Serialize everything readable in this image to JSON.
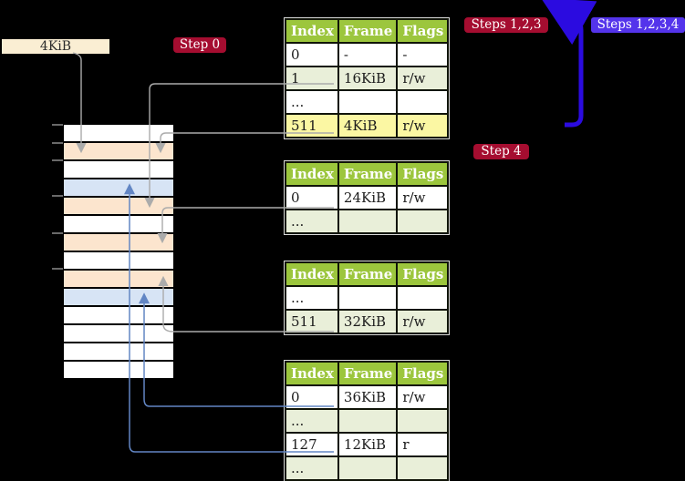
{
  "page_box": {
    "label": "4KiB"
  },
  "step_labels": {
    "step0": "Step 0",
    "steps123": "Steps 1,2,3",
    "steps1234": "Steps 1,2,3,4",
    "step4": "Step 4"
  },
  "tables": [
    {
      "name": "page-table-top",
      "headers": [
        "Index",
        "Frame",
        "Flags"
      ],
      "rows": [
        {
          "cells": [
            "0",
            "-",
            "-"
          ],
          "shade": "white",
          "highlight": false
        },
        {
          "cells": [
            "1",
            "16KiB",
            "r/w"
          ],
          "shade": "green",
          "highlight": false
        },
        {
          "cells": [
            "...",
            "",
            ""
          ],
          "shade": "white",
          "highlight": false
        },
        {
          "cells": [
            "511",
            "4KiB",
            "r/w"
          ],
          "shade": "green",
          "highlight": true
        }
      ]
    },
    {
      "name": "page-table-second",
      "headers": [
        "Index",
        "Frame",
        "Flags"
      ],
      "rows": [
        {
          "cells": [
            "0",
            "24KiB",
            "r/w"
          ],
          "shade": "white",
          "highlight": false
        },
        {
          "cells": [
            "...",
            "",
            ""
          ],
          "shade": "green",
          "highlight": false
        }
      ]
    },
    {
      "name": "page-table-third",
      "headers": [
        "Index",
        "Frame",
        "Flags"
      ],
      "rows": [
        {
          "cells": [
            "...",
            "",
            ""
          ],
          "shade": "white",
          "highlight": false
        },
        {
          "cells": [
            "511",
            "32KiB",
            "r/w"
          ],
          "shade": "green",
          "highlight": false
        }
      ]
    },
    {
      "name": "page-table-bottom",
      "headers": [
        "Index",
        "Frame",
        "Flags"
      ],
      "rows": [
        {
          "cells": [
            "0",
            "36KiB",
            "r/w"
          ],
          "shade": "white",
          "highlight": false
        },
        {
          "cells": [
            "...",
            "",
            ""
          ],
          "shade": "green",
          "highlight": false
        },
        {
          "cells": [
            "127",
            "12KiB",
            "r"
          ],
          "shade": "white",
          "highlight": false
        },
        {
          "cells": [
            "...",
            "",
            ""
          ],
          "shade": "green",
          "highlight": false
        }
      ]
    }
  ],
  "memory_stack": {
    "rows": [
      "white",
      "peach",
      "white",
      "blue",
      "peach",
      "white",
      "peach",
      "white",
      "peach",
      "blue",
      "white",
      "white",
      "white",
      "white"
    ],
    "ticks_y": [
      137,
      157,
      176,
      215,
      256,
      295
    ]
  },
  "colors": {
    "background": "#000000",
    "table_header_green": "#9cc63d",
    "table_row_green": "#e9efd9",
    "highlight_yellow": "#fbf7a3",
    "step_label_red": "#a50d30",
    "step_label_blue": "#5434eb",
    "page_box_cream": "#faeed3",
    "frame_peach": "#fce5ce",
    "frame_blue": "#d7e4f5",
    "arrow_gray": "#ababab",
    "arrow_blue": "#6286c4",
    "big_arrow_blue": "#2b0be0",
    "tick_gray": "#8c8c8c"
  }
}
